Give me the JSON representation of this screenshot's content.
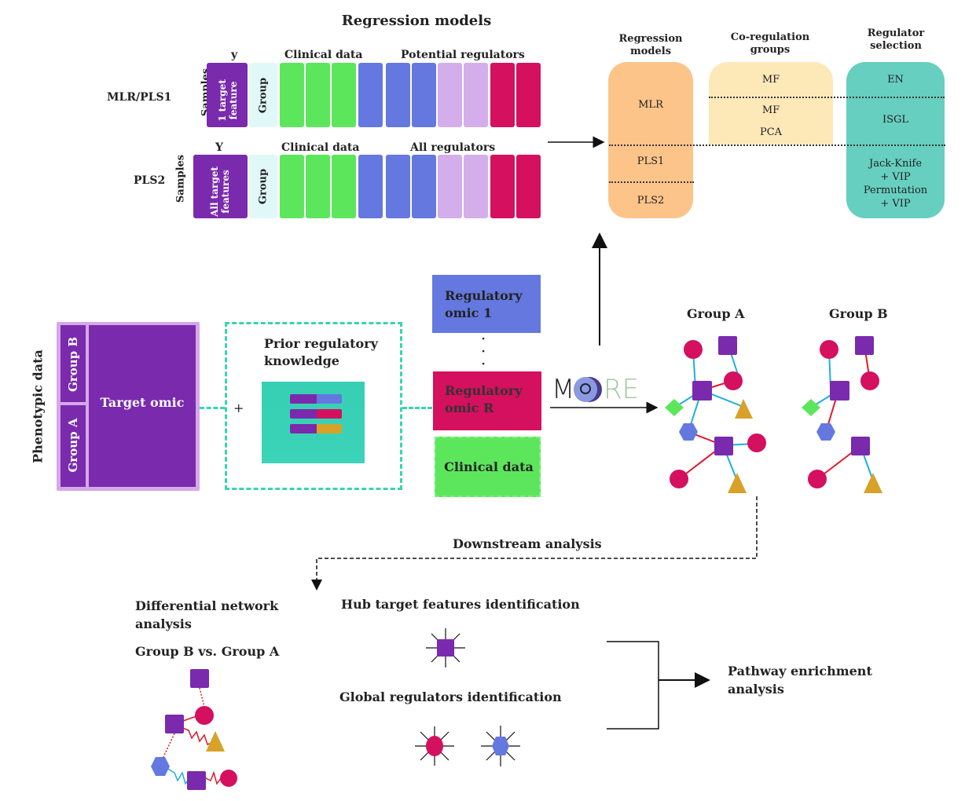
{
  "colors": {
    "purple": "#7a2aad",
    "light_purple_border": "#d6a8e8",
    "group_col": "#e0f8f8",
    "green": "#5ce65c",
    "blue": "#6478e0",
    "lavender": "#d4aeea",
    "crimson": "#d4105f",
    "orange_pill": "#fdc48a",
    "yellow_pill": "#fde8b8",
    "teal_pill": "#66cfc0",
    "teal_dash": "#38d4b4",
    "prior_box": "#3cd0b4",
    "gold": "#d8a228",
    "edge_blue": "#1ab0e0",
    "edge_red": "#e01a2a"
  },
  "regression": {
    "title": "Regression models",
    "row1": {
      "model": "MLR/PLS1",
      "samples": "Samples",
      "y_label": "y",
      "target": "1 target feature",
      "group": "Group",
      "clinical": "Clinical data",
      "regulators": "Potential regulators"
    },
    "row2": {
      "model": "PLS2",
      "samples": "Samples",
      "y_label": "Y",
      "target": "All target features",
      "group": "Group",
      "clinical": "Clinical data",
      "regulators": "All regulators"
    }
  },
  "options": {
    "columns": [
      {
        "title": "Regression models",
        "items": [
          "MLR",
          "PLS1",
          "PLS2"
        ]
      },
      {
        "title": "Co-regulation groups",
        "items": [
          "MF",
          "MF",
          "PCA"
        ]
      },
      {
        "title": "Regulator selection",
        "items": [
          "EN",
          "ISGL",
          "Jack-Knife",
          "+ VIP",
          "Permutation",
          "+ VIP"
        ]
      }
    ]
  },
  "inputs": {
    "phenotypic": "Phenotypic data",
    "group_b": "Group B",
    "group_a": "Group A",
    "target_omic": "Target omic",
    "plus": "+",
    "prior": "Prior regulatory knowledge",
    "reg_omic_1": "Regulatory omic 1",
    "dots": "·\n·\n·",
    "reg_omic_r": "Regulatory omic R",
    "clinical": "Clinical data"
  },
  "logo": {
    "m": "M",
    "re": "RE"
  },
  "networks": {
    "group_a": "Group A",
    "group_b": "Group B"
  },
  "downstream": {
    "title": "Downstream analysis",
    "diff_title": "Differential network analysis",
    "diff_sub": "Group B vs. Group A",
    "hub": "Hub target features identification",
    "global": "Global regulators identification",
    "pathway": "Pathway enrichment analysis"
  }
}
